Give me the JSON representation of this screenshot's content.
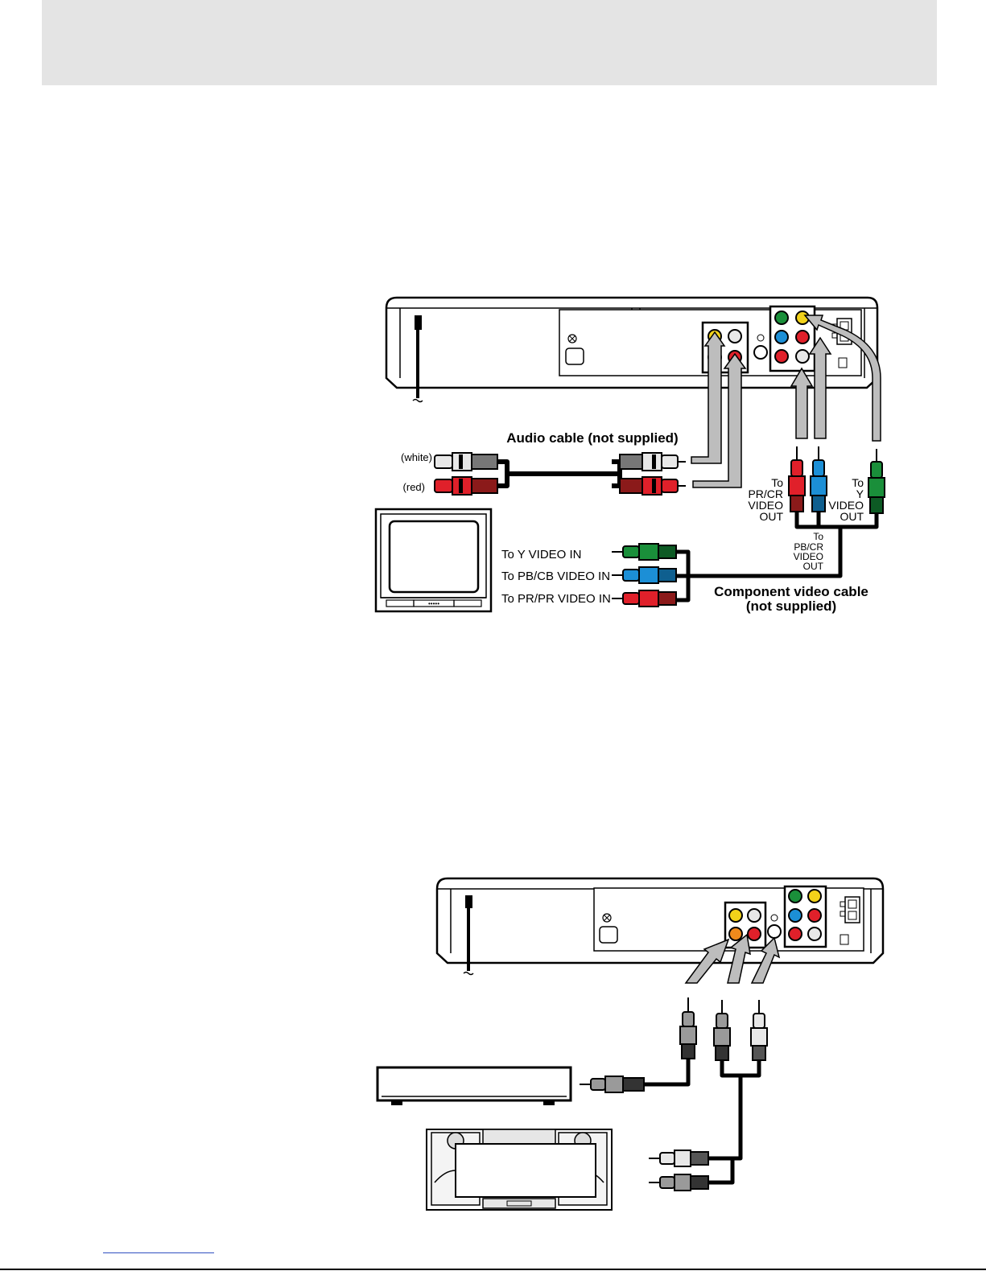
{
  "diagram1": {
    "audio_cable_label": "Audio cable (not supplied)",
    "white_label": "(white)",
    "red_label": "(red)",
    "pr_out_label": [
      "To",
      "PR/CR",
      "VIDEO",
      "OUT"
    ],
    "y_out_label": [
      "To",
      "Y",
      "VIDEO",
      "OUT"
    ],
    "pb_out_label": [
      "To",
      "PB/CR",
      "VIDEO",
      "OUT"
    ],
    "y_in_label": "To Y VIDEO IN",
    "pb_in_label": "To PB/CB VIDEO IN",
    "pr_in_label": "To PR/PR VIDEO IN",
    "component_cable_label": [
      "Component video cable",
      "(not supplied)"
    ]
  },
  "colors": {
    "white_plug": "#e8e8e8",
    "red_plug": "#e0202a",
    "green_plug": "#1a8f3a",
    "blue_plug": "#1c8fd6",
    "yellow_jack": "#f2d21a",
    "orange_jack": "#f08a1c",
    "gray_plug": "#9a9a9a",
    "header_band": "#e4e4e4"
  }
}
